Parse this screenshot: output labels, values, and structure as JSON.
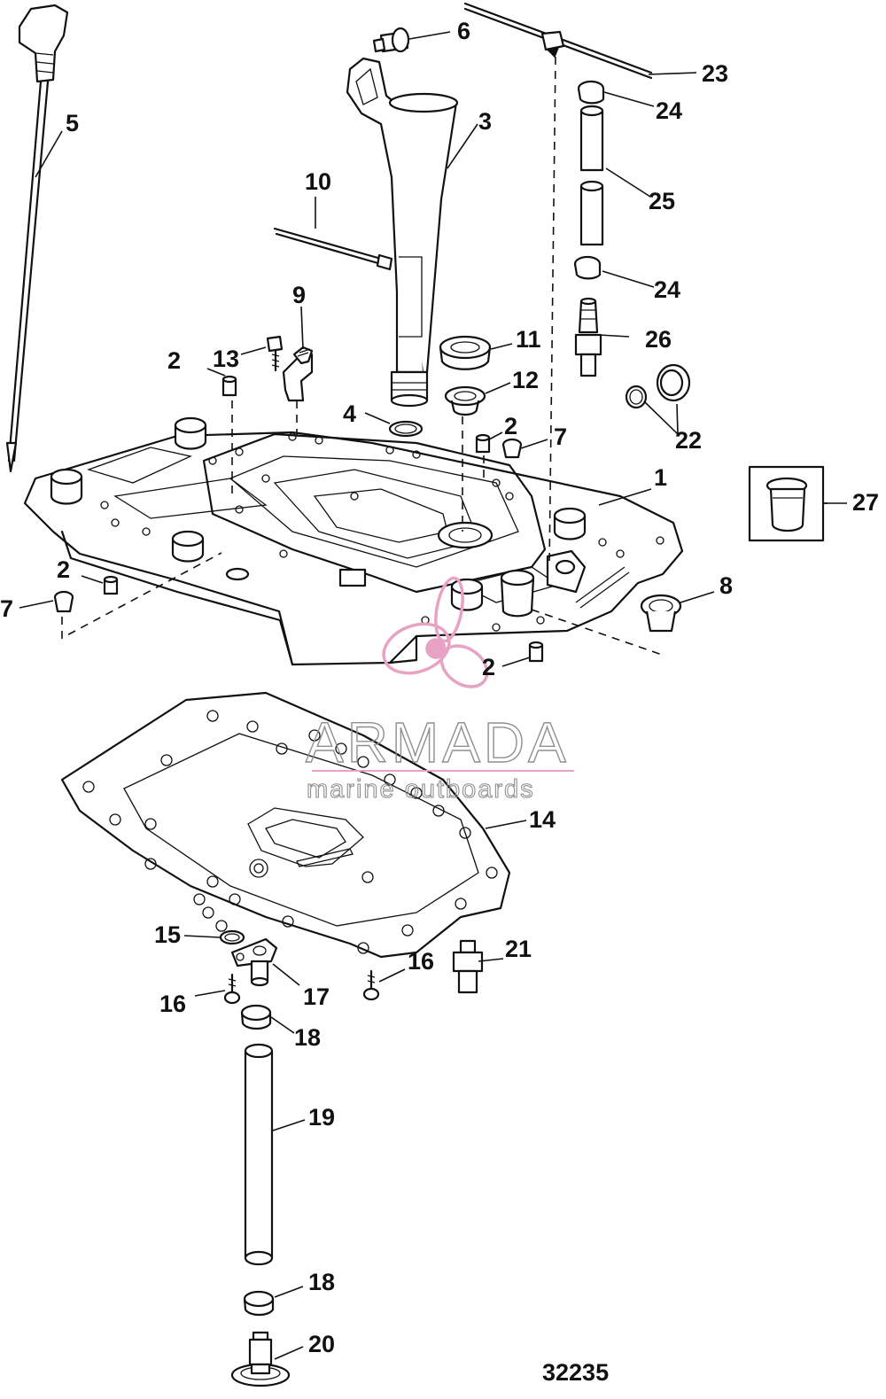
{
  "diagram": {
    "figure_number": "32235",
    "callouts": [
      "1",
      "2",
      "2",
      "2",
      "2",
      "3",
      "4",
      "5",
      "6",
      "7",
      "7",
      "8",
      "9",
      "10",
      "11",
      "12",
      "13",
      "14",
      "15",
      "16",
      "16",
      "17",
      "18",
      "18",
      "19",
      "20",
      "21",
      "22",
      "23",
      "24",
      "24",
      "25",
      "26",
      "27"
    ]
  },
  "watermark": {
    "brand": "ARMADA",
    "tagline": "marine outboards",
    "colors": {
      "logo": "#e8a3c4",
      "text": "#8f8f8f"
    }
  },
  "colors": {
    "line": "#111111",
    "background": "#ffffff"
  }
}
